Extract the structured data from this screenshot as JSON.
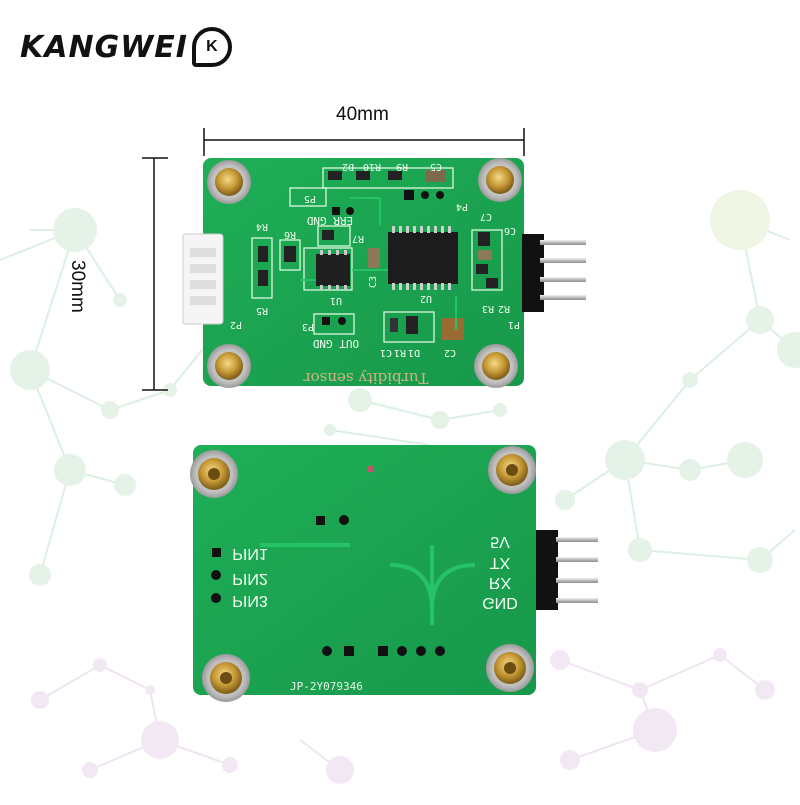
{
  "brand": {
    "name": "KANGWEI",
    "badge": "K"
  },
  "dimensions": {
    "width_label": "40mm",
    "height_label": "30mm"
  },
  "front_board": {
    "top_labels": [
      "D2",
      "R10",
      "R9",
      "C5"
    ],
    "labels": {
      "p5": "P5",
      "err_gnd": "ERR GND",
      "r7": "R7",
      "c7": "C7",
      "c6": "C6",
      "r4": "R4",
      "r6": "R6",
      "u1": "U1",
      "c3": "C3",
      "u2": "U2",
      "r3": "R3",
      "r2": "R2",
      "r5": "R5",
      "p2": "P2",
      "p3": "P3",
      "p4": "P4",
      "p1": "P1",
      "out_gnd": "OUT GND",
      "c1": "C1",
      "r1": "R1",
      "d1": "D1",
      "c2": "C2"
    },
    "sensor_text": "Turbidity sensor"
  },
  "back_board": {
    "left_pins": [
      "PIN1",
      "PIN2",
      "PIN3"
    ],
    "right_pins": [
      "5V",
      "TX",
      "RX",
      "GND"
    ],
    "serial": "JP-2Y079346"
  }
}
